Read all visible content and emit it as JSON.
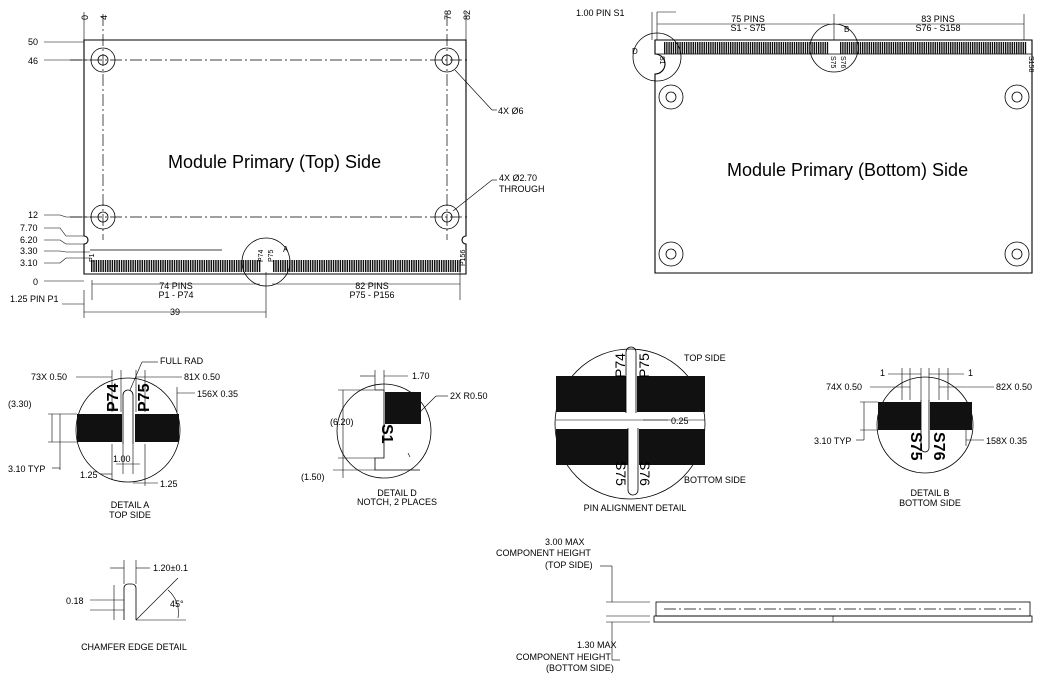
{
  "top_view": {
    "axis_top": [
      "0",
      "4",
      "78",
      "82"
    ],
    "axis_left": [
      "50",
      "46",
      "12",
      "7.70",
      "6.20",
      "3.30",
      "3.10",
      "0"
    ],
    "title": "Module Primary (Top) Side",
    "holes_callout": "4X Ø6",
    "through_callout_1": "4X Ø2.70",
    "through_callout_2": "THROUGH",
    "pin_p1": "P1",
    "pin_p74": "P74",
    "pin_p75": "P75",
    "pin_p156": "P156",
    "detail_letter": "A",
    "pins_left_1": "74 PINS",
    "pins_left_2": "P1 - P74",
    "pins_right_1": "82 PINS",
    "pins_right_2": "P75 - P156",
    "pin_p1_offset": "1.25 PIN P1",
    "dim_width": "39"
  },
  "bottom_view": {
    "pin_s1_offset": "1.00 PIN S1",
    "pins_left_1": "75 PINS",
    "pins_left_2": "S1 - S75",
    "pins_right_1": "83 PINS",
    "pins_right_2": "S76 - S158",
    "title": "Module Primary (Bottom) Side",
    "pin_s1": "S1",
    "pin_s75": "S75",
    "pin_s76": "S76",
    "pin_s158": "S158",
    "detail_d": "D",
    "detail_b": "B"
  },
  "detail_a": {
    "full_rad": "FULL RAD",
    "left_pitch": "73X 0.50",
    "right_pitch": "81X 0.50",
    "width": "156X 0.35",
    "height": "(3.30)",
    "typ": "3.10 TYP",
    "slot": "1.00",
    "gap_left": "1.25",
    "gap_right": "1.25",
    "pin_p74": "P74",
    "pin_p75": "P75",
    "caption_1": "DETAIL A",
    "caption_2": "TOP SIDE"
  },
  "detail_d": {
    "width": "1.70",
    "radius": "2X R0.50",
    "height": "(6.20)",
    "bottom": "(1.50)",
    "pin": "S1",
    "caption_1": "DETAIL D",
    "caption_2": "NOTCH, 2 PLACES"
  },
  "pin_alignment": {
    "top_label": "TOP SIDE",
    "bottom_label": "BOTTOM SIDE",
    "offset": "0.25",
    "pin_p74": "P74",
    "pin_p75": "P75",
    "pin_s75": "S75",
    "pin_s76": "S76",
    "caption": "PIN ALIGNMENT DETAIL"
  },
  "detail_b": {
    "left_dim": "1",
    "right_dim": "1",
    "left_pitch": "74X 0.50",
    "right_pitch": "82X 0.50",
    "typ": "3.10 TYP",
    "width": "158X 0.35",
    "pin_s75": "S75",
    "pin_s76": "S76",
    "caption_1": "DETAIL B",
    "caption_2": "BOTTOM SIDE"
  },
  "chamfer": {
    "width": "1.20±0.1",
    "depth": "0.18",
    "angle": "45°",
    "caption": "CHAMFER EDGE DETAIL"
  },
  "side_view": {
    "top_1": "3.00 MAX",
    "top_2": "COMPONENT HEIGHT",
    "top_3": "(TOP SIDE)",
    "bot_1": "1.30 MAX",
    "bot_2": "COMPONENT HEIGHT",
    "bot_3": "(BOTTOM SIDE)"
  }
}
